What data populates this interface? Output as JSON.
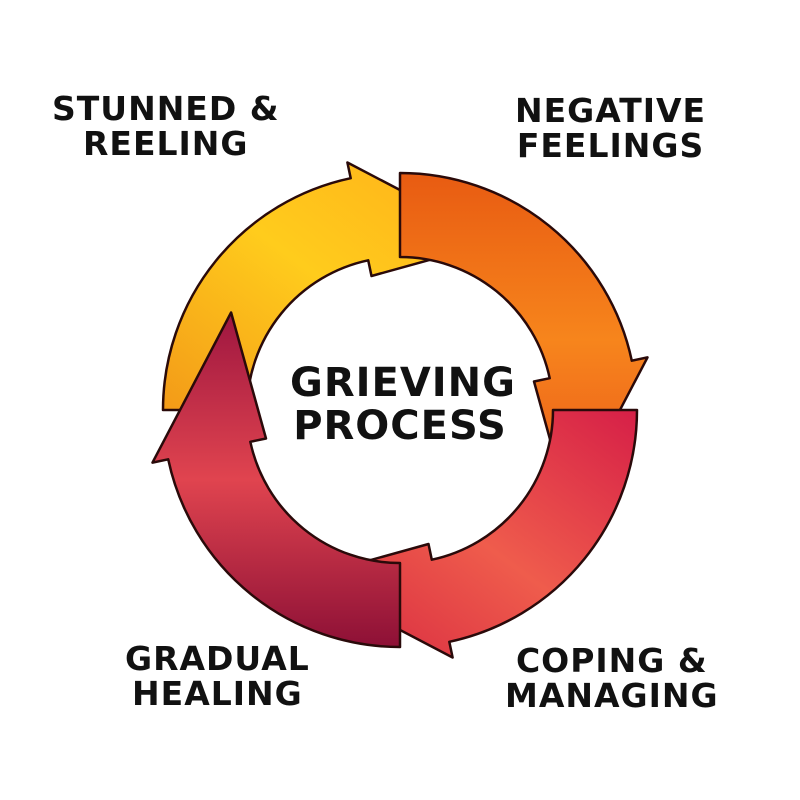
{
  "center": {
    "line1": "GRIEVING",
    "line2": "PROCESS"
  },
  "stages": [
    {
      "line1": "STUNNED &",
      "line2": "REELING"
    },
    {
      "line1": "NEGATIVE",
      "line2": "FEELINGS"
    },
    {
      "line1": "COPING &",
      "line2": "MANAGING"
    },
    {
      "line1": "GRADUAL",
      "line2": "HEALING"
    }
  ],
  "colors": {
    "arrow_yellow": "#ffc61a",
    "arrow_orange": "#f06a12",
    "arrow_red": "#e23a4a",
    "arrow_crimson": "#a8173e",
    "outline": "#2a0a0a"
  }
}
